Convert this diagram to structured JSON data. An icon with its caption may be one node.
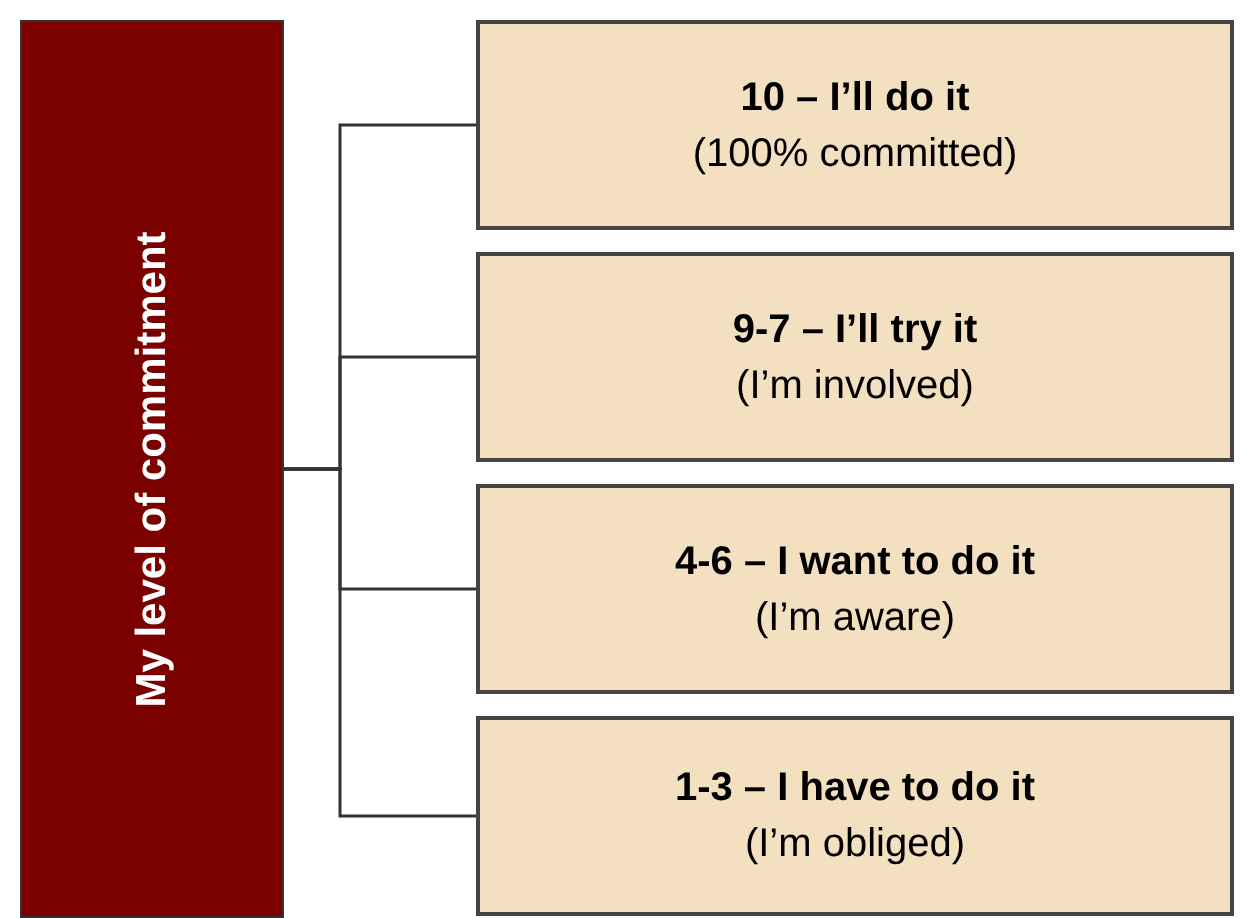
{
  "diagram": {
    "nodes": [
      {
        "text": [
          "My level of commitment"
        ]
      },
      {
        "text": [
          "10 – I’ll do it",
          "(100% committed)"
        ]
      },
      {
        "text": [
          "9-7 – I’ll try it",
          "(I’m involved)"
        ]
      },
      {
        "text": [
          "4-6 – I want to do it",
          "(I’m aware)"
        ]
      },
      {
        "text": [
          "1-3 – I have to do it",
          "(I’m obliged)"
        ]
      }
    ],
    "edges": [
      {
        "from": 0,
        "to": 1,
        "arrow": "none"
      },
      {
        "from": 0,
        "to": 2,
        "arrow": "none"
      },
      {
        "from": 0,
        "to": 3,
        "arrow": "none"
      },
      {
        "from": 0,
        "to": 4,
        "arrow": "none"
      }
    ]
  }
}
